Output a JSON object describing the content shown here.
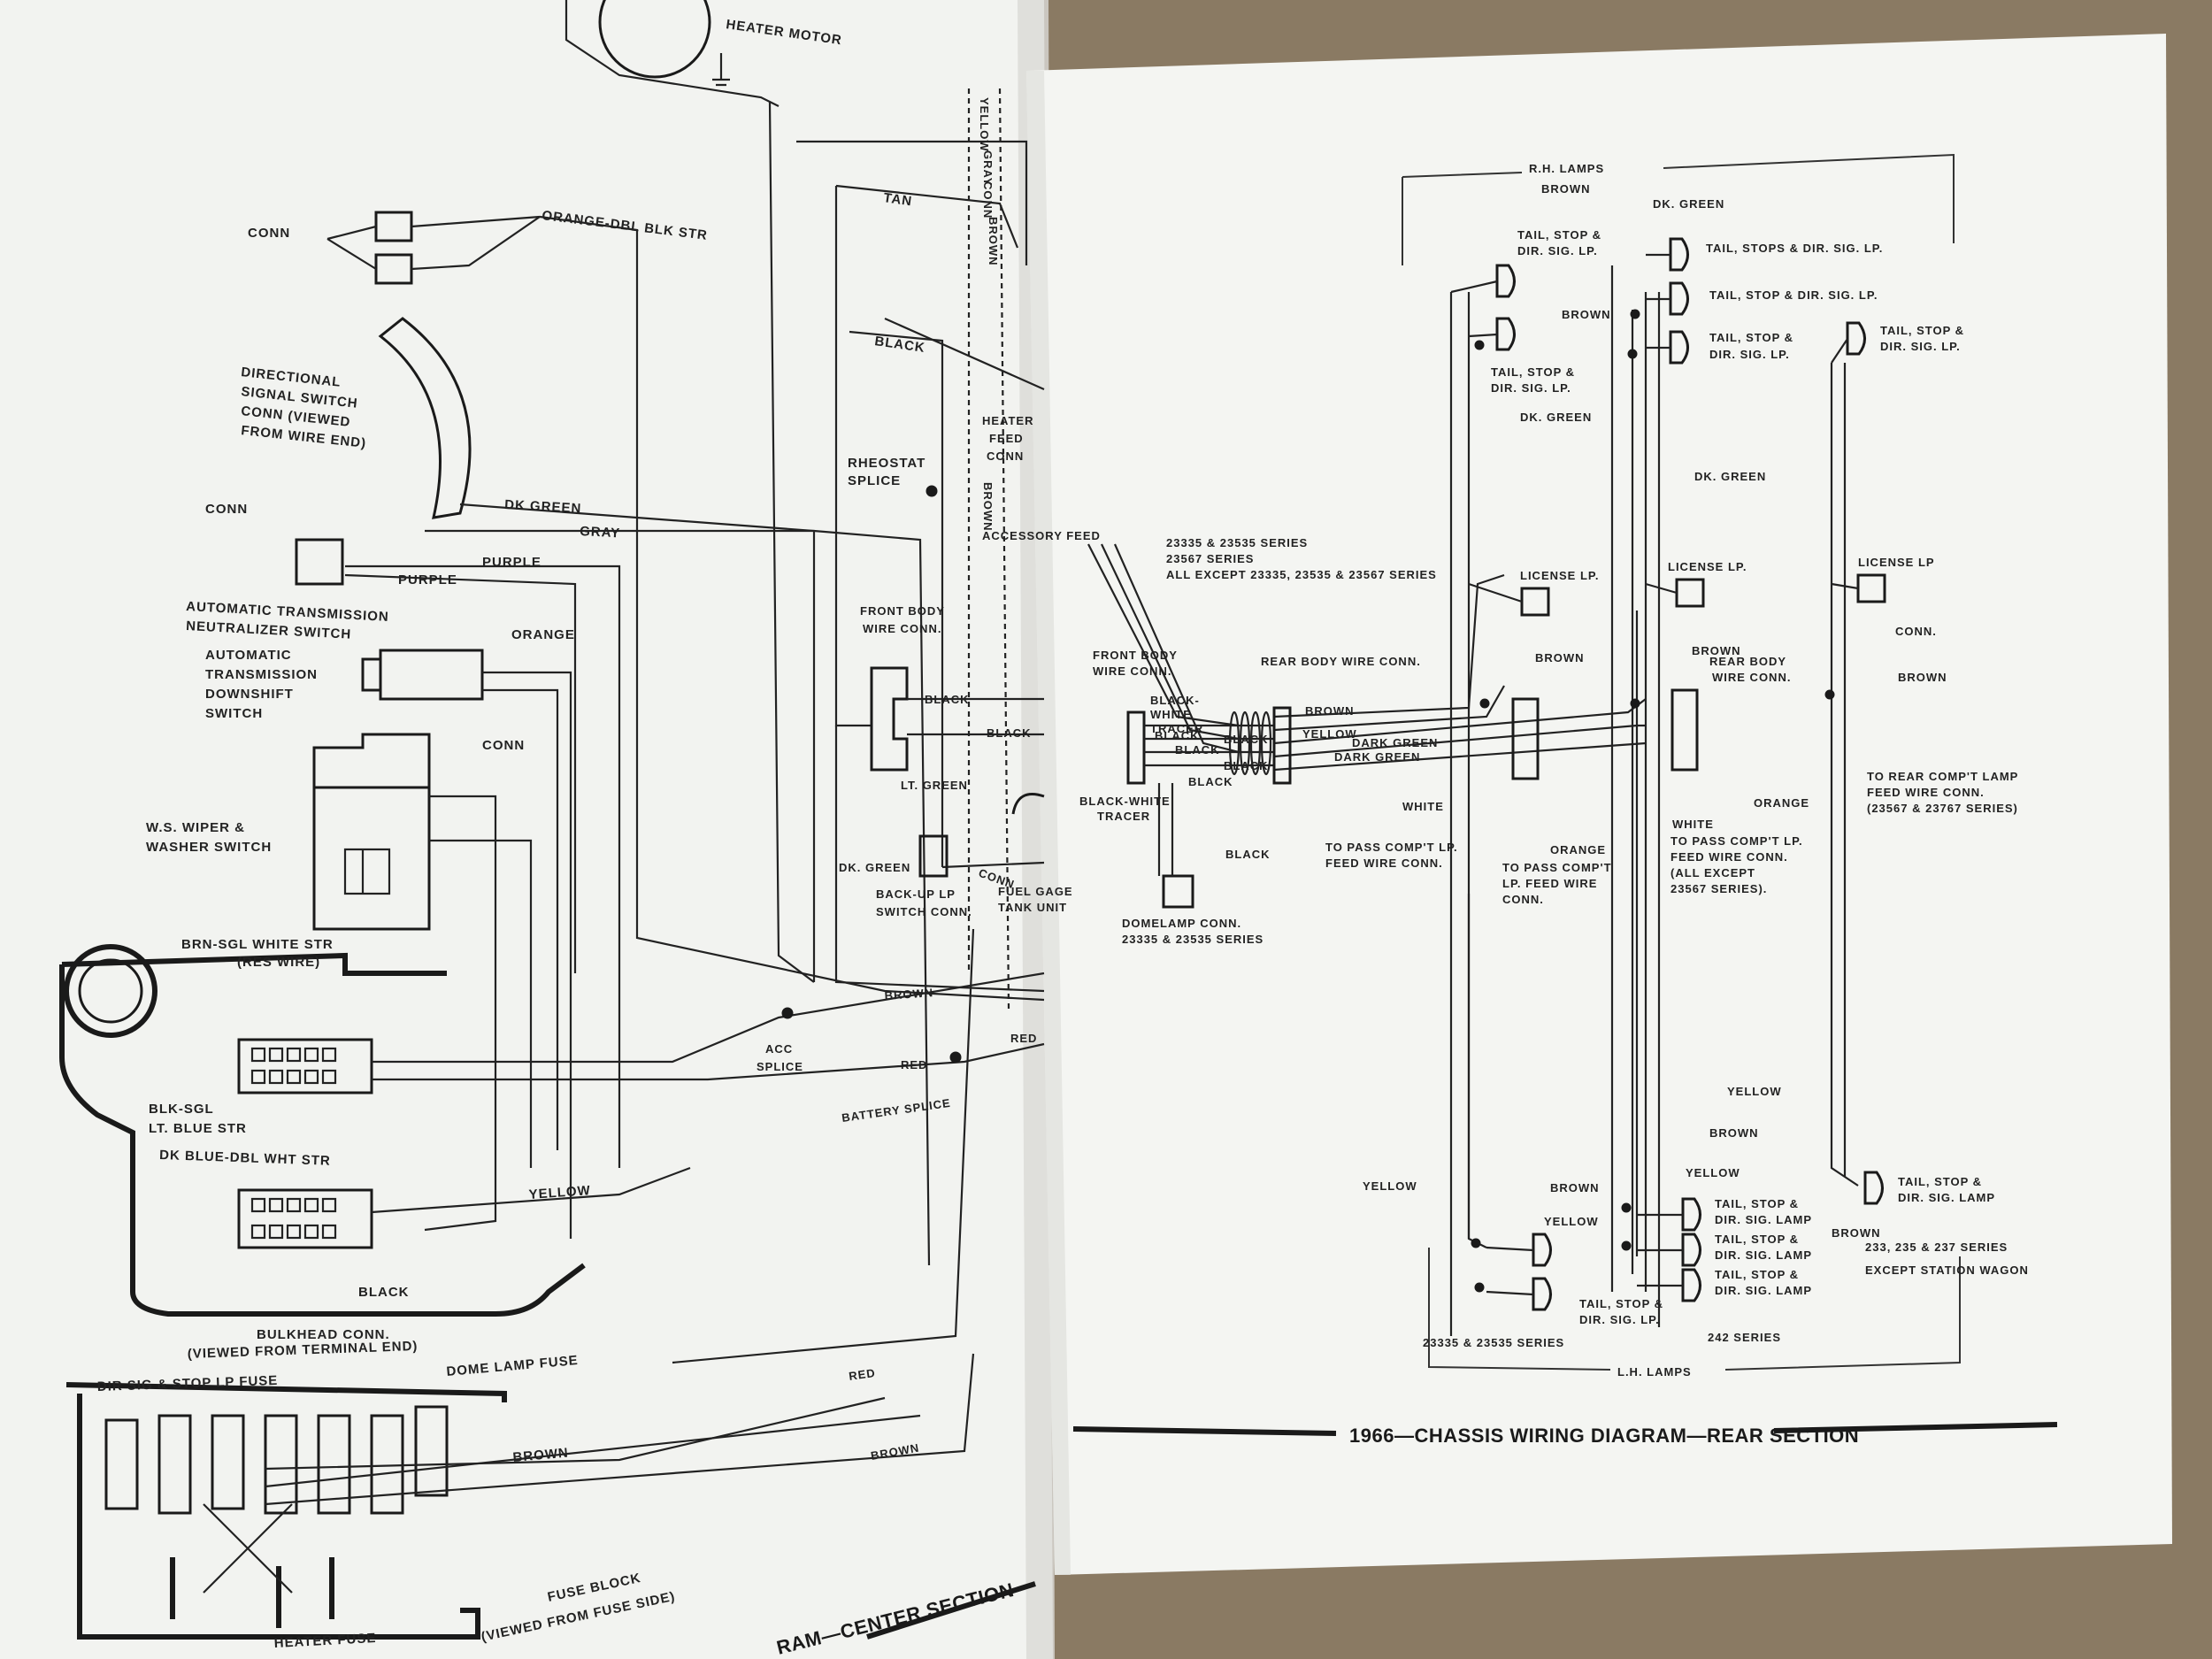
{
  "left_page": {
    "labels": {
      "heater_motor": "HEATER MOTOR",
      "conn_top": "CONN",
      "orange_dbl_blk": "ORANGE-DBL BLK STR",
      "dir_signal": [
        "DIRECTIONAL",
        "SIGNAL SWITCH",
        "CONN (VIEWED",
        "FROM WIRE END)"
      ],
      "dk_green": "DK GREEN",
      "gray": "GRAY",
      "conn_mid": "CONN",
      "purple_1": "PURPLE",
      "purple_2": "PURPLE",
      "auto_trans_neutral": [
        "AUTOMATIC TRANSMISSION",
        "NEUTRALIZER SWITCH"
      ],
      "orange": "ORANGE",
      "auto_trans_down": [
        "AUTOMATIC",
        "TRANSMISSION",
        "DOWNSHIFT",
        "SWITCH"
      ],
      "conn_low": "CONN",
      "ws_wiper": [
        "W.S. WIPER &",
        "WASHER SWITCH"
      ],
      "brn_sgl": [
        "BRN-SGL WHITE STR",
        "(RES WIRE)"
      ],
      "blk_sgl": [
        "BLK-SGL",
        "LT. BLUE STR"
      ],
      "dk_blue_dbl": "DK BLUE-DBL WHT STR",
      "yellow": "YELLOW",
      "black": "BLACK",
      "bulkhead": [
        "BULKHEAD CONN.",
        "(VIEWED FROM TERMINAL END)"
      ],
      "dir_sig_fuse": "DIR SIG & STOP LP FUSE",
      "dome_fuse": "DOME LAMP FUSE",
      "brown_fuse": "BROWN",
      "heater_fuse": "HEATER FUSE",
      "fuse_block": [
        "FUSE BLOCK",
        "(VIEWED FROM FUSE SIDE)"
      ],
      "tan": "TAN",
      "black_center": "BLACK",
      "rheostat": [
        "RHEOSTAT",
        "SPLICE"
      ],
      "front_body": [
        "FRONT BODY",
        "WIRE CONN."
      ],
      "black_a": "BLACK",
      "black_b": "BLACK",
      "lt_green": "LT. GREEN",
      "dk_green_2": "DK. GREEN",
      "backup": [
        "BACK-UP LP",
        "SWITCH CONN."
      ],
      "brown_mid": "BROWN",
      "acc_splice": [
        "ACC",
        "SPLICE"
      ],
      "red_1": "RED",
      "red_2": "RED",
      "battery_splice": "BATTERY SPLICE",
      "red_low": "RED",
      "brown_low": "BROWN",
      "yellow_edge": "YELLOW",
      "gray_edge": "GRAY",
      "conn_edge": "CONN",
      "brown_edge": "BROWN",
      "heater_feed": [
        "HEATER",
        "FEED",
        "CONN"
      ],
      "brown_edge2": "BROWN",
      "accessory": "ACCESSORY FEED",
      "conn_fuel": "CONN",
      "fuel_gauge": [
        "FUEL GAGE",
        "TANK UNIT"
      ],
      "footer": "RAM—CENTER SECTION"
    }
  },
  "right_page": {
    "labels": {
      "rh_lamps": "R.H. LAMPS",
      "brown_top": "BROWN",
      "dk_green_top": "DK. GREEN",
      "tail_stop_1": [
        "TAIL, STOP &",
        "DIR. SIG. LP."
      ],
      "tail_stops_2": "TAIL, STOPS & DIR. SIG. LP.",
      "tail_stop_3": "TAIL, STOP & DIR. SIG. LP.",
      "tail_stop_4": [
        "TAIL, STOP &",
        "DIR. SIG. LP."
      ],
      "tail_stop_5": [
        "TAIL, STOP &",
        "DIR. SIG. LP."
      ],
      "brown_2": "BROWN",
      "tail_stop_6": [
        "TAIL, STOP &",
        "DIR. SIG. LP."
      ],
      "dk_green_2": "DK. GREEN",
      "dk_green_3": "DK. GREEN",
      "series_1": "23335 & 23535 SERIES",
      "series_2": "23567 SERIES",
      "series_3": "ALL EXCEPT 23335, 23535 & 23567 SERIES",
      "license_1": "LICENSE LP.",
      "license_2": "LICENSE LP.",
      "license_3": "LICENSE LP",
      "conn_r": "CONN.",
      "brown_3": "BROWN",
      "brown_4": "BROWN",
      "brown_5": "BROWN",
      "front_body_r": [
        "FRONT BODY",
        "WIRE CONN."
      ],
      "black_white_tracer": [
        "BLACK-",
        "WHITE",
        "TRACER"
      ],
      "rear_body": "REAR BODY WIRE CONN.",
      "rear_body_2": [
        "REAR BODY",
        "WIRE CONN."
      ],
      "brown_6": "BROWN",
      "yellow_1": "YELLOW",
      "dark_green_1": "DARK GREEN",
      "dark_green_2": "DARK GREEN",
      "black_1": "BLACK",
      "black_2": "BLACK",
      "black_3": "BLACK",
      "black_4": "BLACK",
      "black_5": "BLACK",
      "black_white_tracer_2": [
        "BLACK-WHITE",
        "TRACER"
      ],
      "black_6": "BLACK",
      "domelamp": [
        "DOMELAMP CONN.",
        "23335 & 23535 SERIES"
      ],
      "white_1": "WHITE",
      "orange_1": "ORANGE",
      "white_2": "WHITE",
      "orange_2": "ORANGE",
      "to_pass_1": [
        "TO PASS COMP'T LP.",
        "FEED WIRE CONN."
      ],
      "to_pass_2": [
        "TO PASS COMP'T",
        "LP. FEED WIRE",
        "CONN."
      ],
      "to_pass_3": [
        "TO PASS COMP'T LP.",
        "FEED WIRE CONN.",
        "(ALL EXCEPT",
        "23567 SERIES)."
      ],
      "to_rear": [
        "TO REAR COMP'T LAMP",
        "FEED WIRE CONN.",
        "(23567 & 23767 SERIES)"
      ],
      "yellow_2": "YELLOW",
      "brown_7": "BROWN",
      "yellow_3": "YELLOW",
      "yellow_4": "YELLOW",
      "brown_8": "BROWN",
      "yellow_5": "YELLOW",
      "tail_stop_7": [
        "TAIL, STOP &",
        "DIR. SIG. LAMP"
      ],
      "tail_stop_8": [
        "TAIL, STOP &",
        "DIR. SIG. LAMP"
      ],
      "tail_stop_9": [
        "TAIL, STOP &",
        "DIR. SIG. LAMP"
      ],
      "tail_stop_10": [
        "TAIL, STOP &",
        "DIR. SIG. LP."
      ],
      "tail_stop_11": [
        "TAIL, STOP &",
        "DIR. SIG. LAMP"
      ],
      "brown_9": "BROWN",
      "series_233": "233, 235 & 237 SERIES",
      "except_wagon": "EXCEPT STATION WAGON",
      "series_23335": "23335 & 23535 SERIES",
      "series_242": "242 SERIES",
      "lh_lamps": "L.H. LAMPS",
      "title": "1966—CHASSIS WIRING DIAGRAM—REAR SECTION"
    }
  }
}
